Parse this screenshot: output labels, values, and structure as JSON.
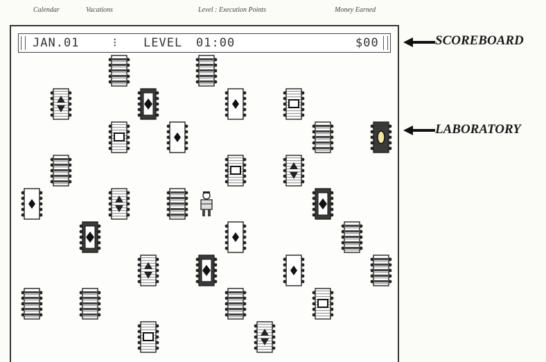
{
  "header_labels": {
    "calendar": "Calendar",
    "vacations": "Vacations",
    "level_points": "Level : Execution Points",
    "money": "Money Earned"
  },
  "callouts": {
    "scoreboard": "SCOREBOARD",
    "laboratory": "LABORATORY"
  },
  "scoreboard": {
    "date": "JAN.01",
    "vacations": "⁝",
    "level_label": "LEVEL",
    "points": "01:00",
    "money": "$00"
  },
  "chips": [
    {
      "type": "lines",
      "col": 3,
      "row": 0
    },
    {
      "type": "lines",
      "col": 6,
      "row": 0
    },
    {
      "type": "triangle",
      "col": 1,
      "row": 1
    },
    {
      "type": "diamond-dark",
      "col": 4,
      "row": 1
    },
    {
      "type": "diamond",
      "col": 7,
      "row": 1
    },
    {
      "type": "square",
      "col": 9,
      "row": 1
    },
    {
      "type": "square",
      "col": 3,
      "row": 2
    },
    {
      "type": "diamond",
      "col": 5,
      "row": 2
    },
    {
      "type": "lines",
      "col": 10,
      "row": 2
    },
    {
      "type": "oval-dark",
      "col": 12,
      "row": 2
    },
    {
      "type": "lines",
      "col": 1,
      "row": 3
    },
    {
      "type": "square",
      "col": 7,
      "row": 3
    },
    {
      "type": "triangle",
      "col": 9,
      "row": 3
    },
    {
      "type": "diamond",
      "col": 0,
      "row": 4
    },
    {
      "type": "triangle",
      "col": 3,
      "row": 4
    },
    {
      "type": "lines",
      "col": 5,
      "row": 4
    },
    {
      "type": "diamond-dark",
      "col": 10,
      "row": 4
    },
    {
      "type": "diamond-dark",
      "col": 2,
      "row": 5
    },
    {
      "type": "diamond",
      "col": 7,
      "row": 5
    },
    {
      "type": "lines",
      "col": 11,
      "row": 5
    },
    {
      "type": "triangle",
      "col": 4,
      "row": 6
    },
    {
      "type": "diamond-dark",
      "col": 6,
      "row": 6
    },
    {
      "type": "diamond",
      "col": 9,
      "row": 6
    },
    {
      "type": "lines",
      "col": 12,
      "row": 6
    },
    {
      "type": "lines",
      "col": 0,
      "row": 7
    },
    {
      "type": "lines",
      "col": 2,
      "row": 7
    },
    {
      "type": "lines",
      "col": 7,
      "row": 7
    },
    {
      "type": "square",
      "col": 10,
      "row": 7
    },
    {
      "type": "square",
      "col": 4,
      "row": 8
    },
    {
      "type": "triangle",
      "col": 8,
      "row": 8
    }
  ],
  "player": {
    "col": 6,
    "row": 4
  }
}
